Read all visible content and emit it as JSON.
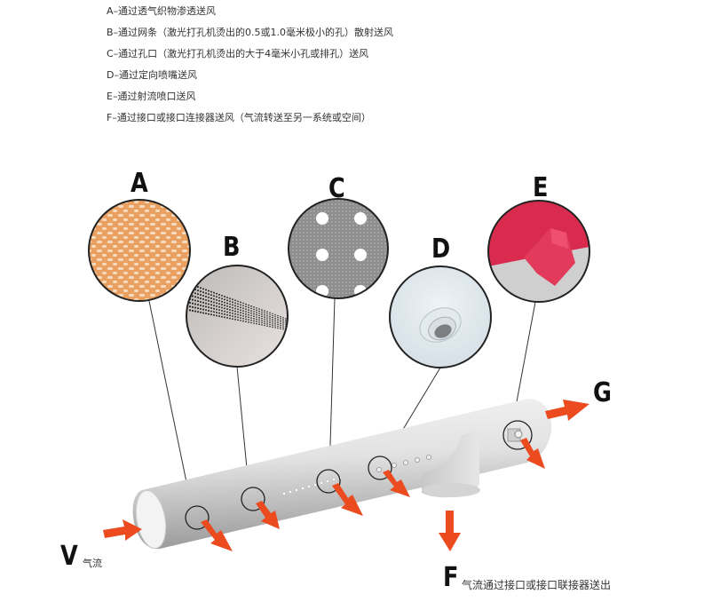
{
  "legend": [
    "A–通过透气织物渗透送风",
    "B–通过网条（激光打孔机烫出的0.5或1.0毫米极小的孔）散射送风",
    "C–通过孔口（激光打孔机烫出的大于4毫米小孔或排孔）送风",
    "D–通过定向喷嘴送风",
    "E–通过射流喷口送风",
    "F–通过接口或接口连接器送风（气流转送至另一系统或空间）"
  ],
  "callouts": {
    "A": {
      "letter": "A",
      "meaning": "permeable fabric"
    },
    "B": {
      "letter": "B",
      "meaning": "micro-perforation strip"
    },
    "C": {
      "letter": "C",
      "meaning": "orifices"
    },
    "D": {
      "letter": "D",
      "meaning": "directional nozzle"
    },
    "E": {
      "letter": "E",
      "meaning": "jet nozzle"
    }
  },
  "labels": {
    "g": "G",
    "v": "V",
    "v_caption": "气流",
    "f": "F",
    "f_caption": "气流通过接口或接口联接器送出"
  },
  "colors": {
    "arrow": "#ec4a1f",
    "fabric": "#e8a466",
    "mesh": "#8a8a8a",
    "jet": "#d62a4a",
    "duct": "#d9d9d9"
  }
}
